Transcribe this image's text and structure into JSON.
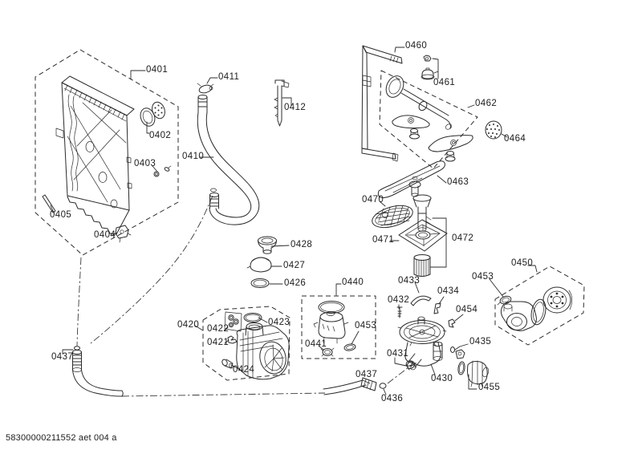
{
  "diagram": {
    "document_code": "58300000211552 aet 004 a",
    "line_color": "#2b2b2b",
    "background": "#ffffff"
  },
  "labels": [
    {
      "text": "0401"
    },
    {
      "text": "0402"
    },
    {
      "text": "0403"
    },
    {
      "text": "0404"
    },
    {
      "text": "0405"
    },
    {
      "text": "0410"
    },
    {
      "text": "0411"
    },
    {
      "text": "0412"
    },
    {
      "text": "0420"
    },
    {
      "text": "0421"
    },
    {
      "text": "0422"
    },
    {
      "text": "0423"
    },
    {
      "text": "0424"
    },
    {
      "text": "0426"
    },
    {
      "text": "0427"
    },
    {
      "text": "0428"
    },
    {
      "text": "0430"
    },
    {
      "text": "0431"
    },
    {
      "text": "0432"
    },
    {
      "text": "0433"
    },
    {
      "text": "0434"
    },
    {
      "text": "0435"
    },
    {
      "text": "0436"
    },
    {
      "text": "0437"
    },
    {
      "text": "0437"
    },
    {
      "text": "0440"
    },
    {
      "text": "0441"
    },
    {
      "text": "0450"
    },
    {
      "text": "0453"
    },
    {
      "text": "0453"
    },
    {
      "text": "0454"
    },
    {
      "text": "0455"
    },
    {
      "text": "0460"
    },
    {
      "text": "0461"
    },
    {
      "text": "0462"
    },
    {
      "text": "0463"
    },
    {
      "text": "0464"
    },
    {
      "text": "0470"
    },
    {
      "text": "0471"
    },
    {
      "text": "0472"
    }
  ]
}
